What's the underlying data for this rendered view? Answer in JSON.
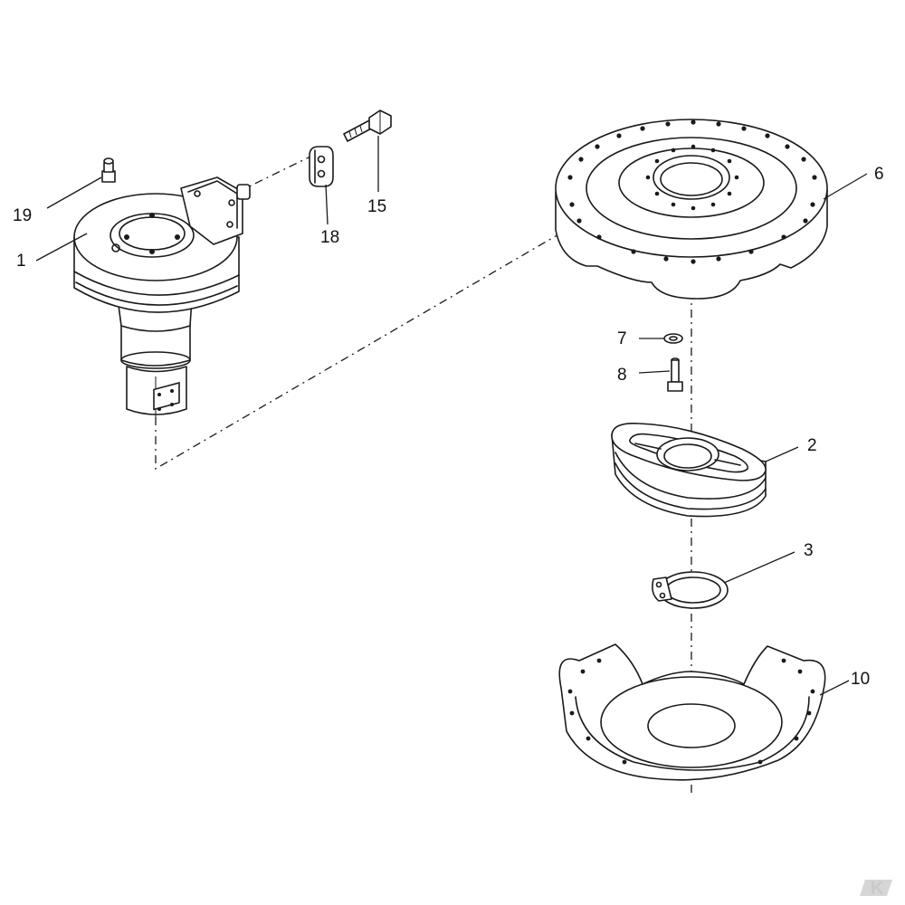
{
  "diagram": {
    "callouts": {
      "part_1": "1",
      "part_2": "2",
      "part_3": "3",
      "part_6": "6",
      "part_7": "7",
      "part_8": "8",
      "part_10": "10",
      "part_15": "15",
      "part_18": "18",
      "part_19": "19"
    },
    "watermark": "K",
    "colors": {
      "ink": "#1a1a1a",
      "background": "#ffffff",
      "watermark": "#c9c9c9"
    }
  }
}
